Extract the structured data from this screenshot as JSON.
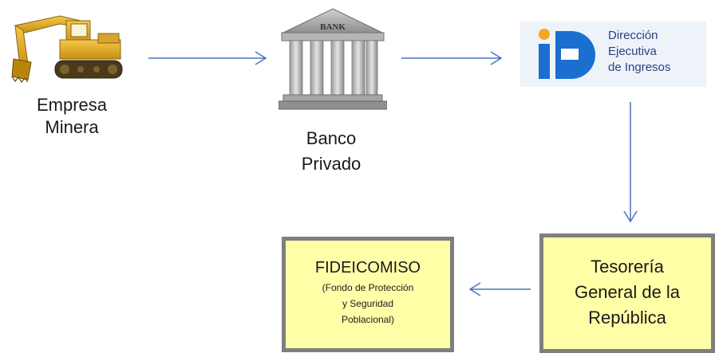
{
  "nodes": {
    "empresa": {
      "line1": "Empresa",
      "line2": "Minera",
      "icon": "excavator-icon"
    },
    "banco": {
      "line1": "Banco",
      "line2": "Privado",
      "sign": "BANK",
      "icon": "bank-building-icon"
    },
    "die": {
      "line1": "Dirección",
      "line2": "Ejecutiva",
      "line3": "de Ingresos",
      "icon": "die-logo-icon",
      "colors": {
        "blue": "#1a6fd1",
        "orange": "#f5a623",
        "text": "#2a3f86"
      }
    },
    "tesoreria": {
      "line1": "Tesorería",
      "line2": "General de la",
      "line3": "República"
    },
    "fideicomiso": {
      "title": "FIDEICOMISO",
      "sub1": "(Fondo de Protección",
      "sub2": "y Seguridad",
      "sub3": "Poblacional)"
    }
  },
  "colors": {
    "arrow": "#4a74b8",
    "box_fill": "#ffffa8",
    "box_border": "#7f7f7f"
  }
}
